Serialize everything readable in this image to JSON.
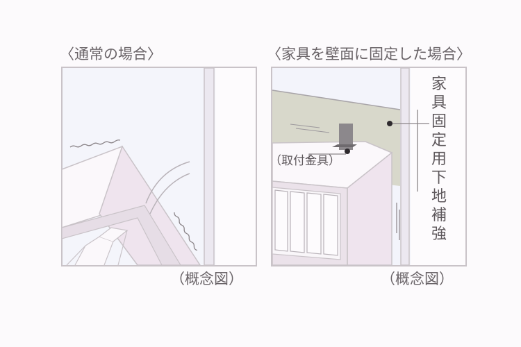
{
  "left_panel": {
    "title": "〈通常の場合〉",
    "caption": "（概念図）"
  },
  "right_panel": {
    "title": "〈家具を壁面に固定した場合〉",
    "caption": "（概念図）",
    "bracket_label": "（取付金具）",
    "reinforcement_label": "家具固定用下地補強"
  },
  "colors": {
    "outline": "#c9c3c8",
    "wall_bg": "#f3f4fb",
    "furniture_face": "#efe4ee",
    "furniture_top": "#fbf8fb",
    "beam": "#d8d8cb",
    "bracket": "#8c888c",
    "text": "#6a6468"
  }
}
